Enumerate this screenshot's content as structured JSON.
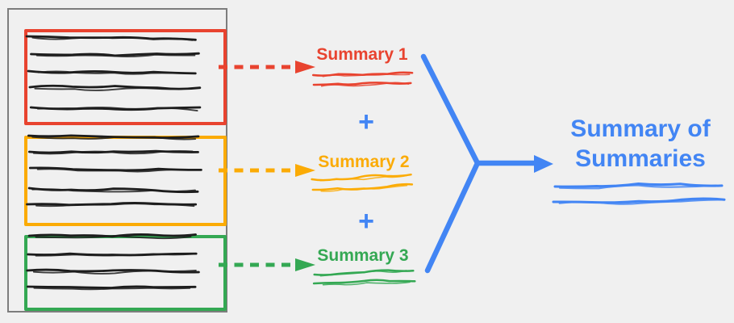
{
  "palette": {
    "red": "#E8432F",
    "orange": "#FBAB05",
    "green": "#34A853",
    "blue": "#4285F4",
    "ink": "#1d1d1d",
    "frame": "#7d7d7d",
    "background": "#F0F0F0"
  },
  "document": {
    "chunks": [
      {
        "name": "chunk-1",
        "color": "red",
        "text_line_count": 5
      },
      {
        "name": "chunk-2",
        "color": "orange",
        "text_line_count": 5
      },
      {
        "name": "chunk-3",
        "color": "green",
        "text_line_count": 4
      }
    ]
  },
  "summaries": [
    {
      "label": "Summary 1",
      "color": "red"
    },
    {
      "label": "Summary 2",
      "color": "orange"
    },
    {
      "label": "Summary 3",
      "color": "green"
    }
  ],
  "operators": {
    "plus": "+"
  },
  "result": {
    "title_line1": "Summary of",
    "title_line2": "Summaries",
    "color": "blue"
  }
}
